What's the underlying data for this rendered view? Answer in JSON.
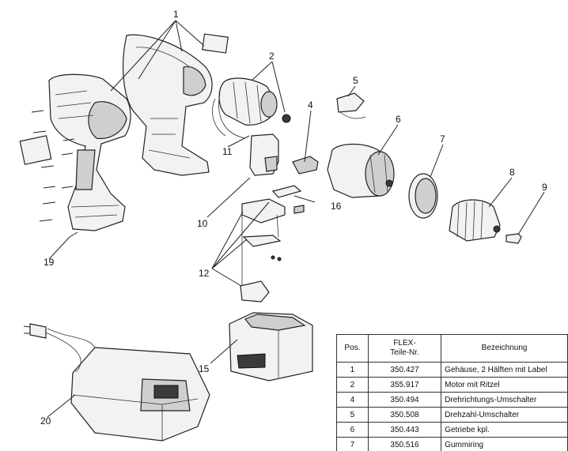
{
  "callouts": [
    "1",
    "2",
    "4",
    "5",
    "6",
    "7",
    "8",
    "9",
    "10",
    "11",
    "12",
    "15",
    "16",
    "19",
    "20"
  ],
  "table": {
    "headers": {
      "pos": "Pos.",
      "nr_line1": "FLEX-",
      "nr_line2": "Teile-Nr.",
      "bez": "Bezeichnung"
    },
    "rows": [
      {
        "pos": "1",
        "nr": "350.427",
        "bez": "Gehäuse, 2 Hälften mit Label"
      },
      {
        "pos": "2",
        "nr": "355.917",
        "bez": "Motor mit Ritzel"
      },
      {
        "pos": "4",
        "nr": "350.494",
        "bez": "Drehrichtungs-Umschalter"
      },
      {
        "pos": "5",
        "nr": "350.508",
        "bez": "Drehzahl-Umschalter"
      },
      {
        "pos": "6",
        "nr": "350.443",
        "bez": "Getriebe kpl."
      },
      {
        "pos": "7",
        "nr": "350.516",
        "bez": "Gummiring"
      }
    ]
  }
}
